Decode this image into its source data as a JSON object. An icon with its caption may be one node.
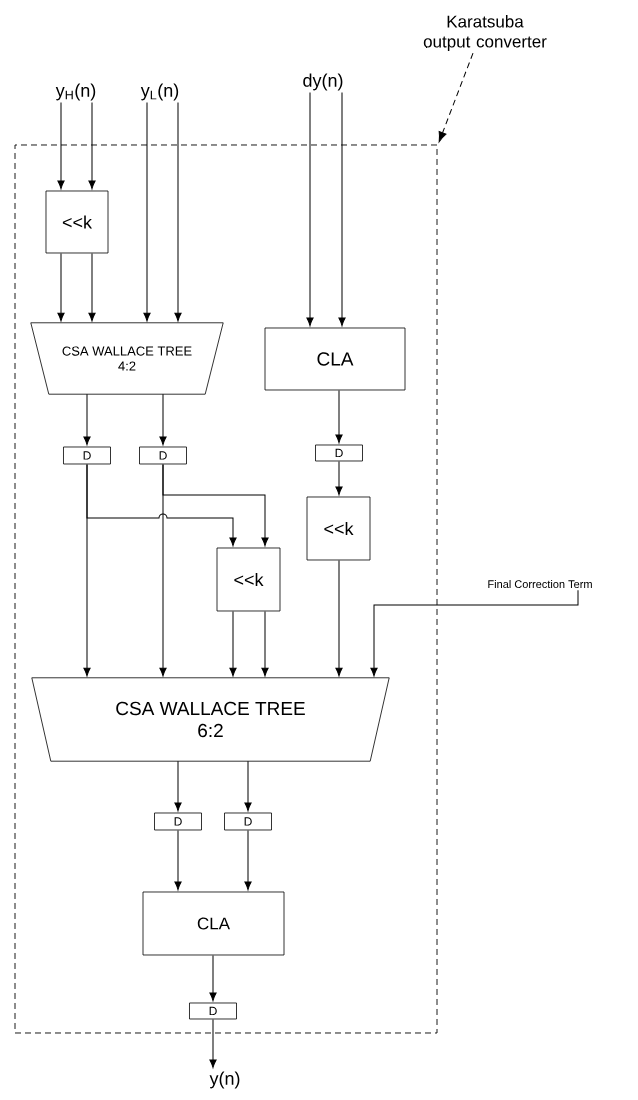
{
  "diagram": {
    "nodes": [
      {
        "text": [],
        "shape": "box"
      },
      {
        "text": [
          "Karatsuba output converter"
        ]
      },
      {
        "text": [
          "y$_{H}$(n)"
        ]
      },
      {
        "text": [
          "y$_{L}$(n)"
        ]
      },
      {
        "text": [
          "dy(n)"
        ]
      },
      {
        "text": [
          "<<k"
        ],
        "in": 0
      },
      {
        "text": [
          "CSA WALLACE TREE",
          "4:2"
        ],
        "in": 0
      },
      {
        "text": [
          "CLA"
        ],
        "in": 0
      },
      {
        "text": [
          "D"
        ],
        "in": 0
      },
      {
        "text": [
          "D"
        ],
        "in": 0
      },
      {
        "text": [
          "D"
        ],
        "in": 0
      },
      {
        "text": [
          "<<k"
        ],
        "in": 0
      },
      {
        "text": [
          "<<k"
        ],
        "in": 0
      },
      {
        "text": [
          "Final Correction Term"
        ]
      },
      {
        "text": [
          "CSA WALLACE TREE",
          "6:2"
        ],
        "in": 0
      },
      {
        "text": [
          "D"
        ],
        "in": 0
      },
      {
        "text": [
          "D"
        ],
        "in": 0
      },
      {
        "text": [
          "CLA"
        ],
        "in": 0
      },
      {
        "text": [
          "D"
        ],
        "in": 0
      },
      {
        "text": [
          "y(n)"
        ]
      }
    ],
    "edges": [
      {
        "from": 1,
        "to": 0,
        "arrow": "to",
        "style": "dashed"
      },
      {
        "from": 2,
        "to": 5,
        "arrow": "to"
      },
      {
        "from": 2,
        "to": 5,
        "arrow": "to"
      },
      {
        "from": 3,
        "to": 6,
        "arrow": "to"
      },
      {
        "from": 3,
        "to": 6,
        "arrow": "to"
      },
      {
        "from": 4,
        "to": 7,
        "arrow": "to"
      },
      {
        "from": 4,
        "to": 7,
        "arrow": "to"
      },
      {
        "from": 5,
        "to": 6,
        "arrow": "to"
      },
      {
        "from": 5,
        "to": 6,
        "arrow": "to"
      },
      {
        "from": 6,
        "to": 8,
        "arrow": "to"
      },
      {
        "from": 6,
        "to": 9,
        "arrow": "to"
      },
      {
        "from": 7,
        "to": 10,
        "arrow": "to"
      },
      {
        "from": 8,
        "to": 14,
        "arrow": "to"
      },
      {
        "from": 8,
        "to": 12,
        "arrow": "to"
      },
      {
        "from": 9,
        "to": 14,
        "arrow": "to"
      },
      {
        "from": 9,
        "to": 12,
        "arrow": "to"
      },
      {
        "from": 10,
        "to": 11,
        "arrow": "to"
      },
      {
        "from": 12,
        "to": 14,
        "arrow": "to"
      },
      {
        "from": 12,
        "to": 14,
        "arrow": "to"
      },
      {
        "from": 11,
        "to": 14,
        "arrow": "to"
      },
      {
        "from": 13,
        "to": 14,
        "arrow": "to"
      },
      {
        "from": 14,
        "to": 15,
        "arrow": "to"
      },
      {
        "from": 14,
        "to": 16,
        "arrow": "to"
      },
      {
        "from": 15,
        "to": 17,
        "arrow": "to"
      },
      {
        "from": 16,
        "to": 17,
        "arrow": "to"
      },
      {
        "from": 17,
        "to": 18,
        "arrow": "to"
      },
      {
        "from": 18,
        "to": 19,
        "arrow": "to"
      }
    ]
  }
}
